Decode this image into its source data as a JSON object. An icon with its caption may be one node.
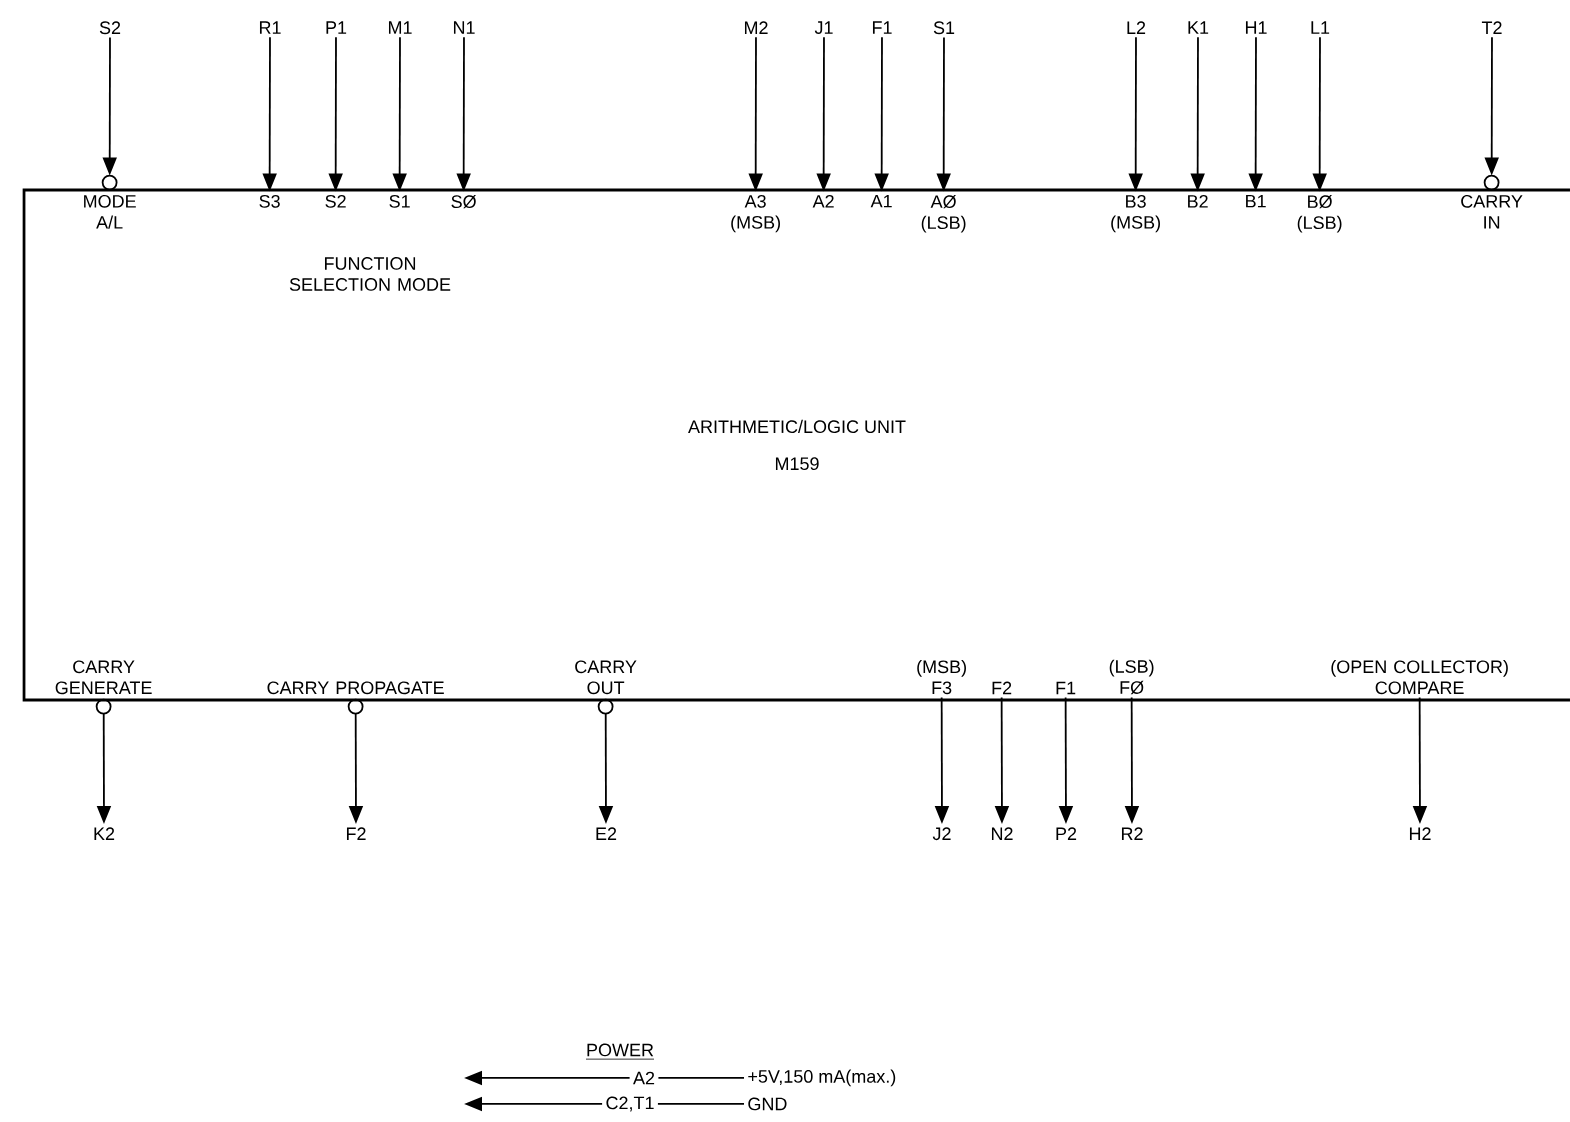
{
  "diagram": {
    "nodes": [
      {
        "text": [
          "ARITHMETIC/LOGIC UNIT",
          "M159"
        ]
      },
      {
        "text": [
          "S2"
        ]
      },
      {
        "text": [
          "R1"
        ]
      },
      {
        "text": [
          "P1"
        ]
      },
      {
        "text": [
          "M1"
        ]
      },
      {
        "text": [
          "N1"
        ]
      },
      {
        "text": [
          "M2"
        ]
      },
      {
        "text": [
          "J1"
        ]
      },
      {
        "text": [
          "F1"
        ]
      },
      {
        "text": [
          "S1"
        ]
      },
      {
        "text": [
          "L2"
        ]
      },
      {
        "text": [
          "K1"
        ]
      },
      {
        "text": [
          "H1"
        ]
      },
      {
        "text": [
          "L1"
        ]
      },
      {
        "text": [
          "T2"
        ]
      },
      {
        "text": [
          "MODE A/L"
        ],
        "in": 0
      },
      {
        "text": [
          "S3"
        ],
        "in": 0
      },
      {
        "text": [
          "S2"
        ],
        "in": 0
      },
      {
        "text": [
          "S1"
        ],
        "in": 0
      },
      {
        "text": [
          "SØ"
        ],
        "in": 0
      },
      {
        "text": [
          "A3",
          "(MSB)"
        ],
        "in": 0
      },
      {
        "text": [
          "A2"
        ],
        "in": 0
      },
      {
        "text": [
          "A1"
        ],
        "in": 0
      },
      {
        "text": [
          "AØ",
          "(LSB)"
        ],
        "in": 0
      },
      {
        "text": [
          "B3",
          "(MSB)"
        ],
        "in": 0
      },
      {
        "text": [
          "B2"
        ],
        "in": 0
      },
      {
        "text": [
          "B1"
        ],
        "in": 0
      },
      {
        "text": [
          "BØ",
          "(LSB)"
        ],
        "in": 0
      },
      {
        "text": [
          "CARRY IN"
        ],
        "in": 0
      },
      {
        "text": [
          "CARRY GENERATE"
        ],
        "in": 0
      },
      {
        "text": [
          "CARRY PROPAGATE"
        ],
        "in": 0
      },
      {
        "text": [
          "CARRY OUT"
        ],
        "in": 0
      },
      {
        "text": [
          "(MSB)",
          "F3"
        ],
        "in": 0
      },
      {
        "text": [
          "F2"
        ],
        "in": 0
      },
      {
        "text": [
          "F1"
        ],
        "in": 0
      },
      {
        "text": [
          "(LSB)",
          "FØ"
        ],
        "in": 0
      },
      {
        "text": [
          "(OPEN COLLECTOR)",
          "COMPARE"
        ],
        "in": 0
      },
      {
        "text": [
          "K2"
        ]
      },
      {
        "text": [
          "F2"
        ]
      },
      {
        "text": [
          "E2"
        ]
      },
      {
        "text": [
          "J2"
        ]
      },
      {
        "text": [
          "N2"
        ]
      },
      {
        "text": [
          "P2"
        ]
      },
      {
        "text": [
          "R2"
        ]
      },
      {
        "text": [
          "H2"
        ]
      },
      {
        "text": [
          "A2"
        ]
      },
      {
        "text": [
          "+5V,150 mA(max.)"
        ]
      },
      {
        "text": [
          "C2,T1"
        ]
      },
      {
        "text": [
          "GND"
        ]
      }
    ],
    "edges": [
      {
        "from": 1,
        "to": 15,
        "arrow": "to"
      },
      {
        "from": 2,
        "to": 16,
        "arrow": "to"
      },
      {
        "from": 3,
        "to": 17,
        "arrow": "to"
      },
      {
        "from": 4,
        "to": 18,
        "arrow": "to"
      },
      {
        "from": 5,
        "to": 19,
        "arrow": "to"
      },
      {
        "from": 6,
        "to": 20,
        "arrow": "to"
      },
      {
        "from": 7,
        "to": 21,
        "arrow": "to"
      },
      {
        "from": 8,
        "to": 22,
        "arrow": "to"
      },
      {
        "from": 9,
        "to": 23,
        "arrow": "to"
      },
      {
        "from": 10,
        "to": 24,
        "arrow": "to"
      },
      {
        "from": 11,
        "to": 25,
        "arrow": "to"
      },
      {
        "from": 12,
        "to": 26,
        "arrow": "to"
      },
      {
        "from": 13,
        "to": 27,
        "arrow": "to"
      },
      {
        "from": 14,
        "to": 28,
        "arrow": "to"
      },
      {
        "from": 29,
        "to": 37,
        "arrow": "to"
      },
      {
        "from": 30,
        "to": 38,
        "arrow": "to"
      },
      {
        "from": 31,
        "to": 39,
        "arrow": "to"
      },
      {
        "from": 32,
        "to": 40,
        "arrow": "to"
      },
      {
        "from": 33,
        "to": 41,
        "arrow": "to"
      },
      {
        "from": 34,
        "to": 42,
        "arrow": "to"
      },
      {
        "from": 35,
        "to": 43,
        "arrow": "to"
      },
      {
        "from": 36,
        "to": 44,
        "arrow": "to"
      },
      {
        "from": 45,
        "to": null,
        "arrow": "to"
      },
      {
        "from": 46,
        "to": 45,
        "arrow": "none"
      },
      {
        "from": 47,
        "to": null,
        "arrow": "to"
      },
      {
        "from": 48,
        "to": 47,
        "arrow": "none"
      }
    ],
    "labels": [
      "FUNCTION SELECTION MODE",
      "POWER"
    ]
  }
}
